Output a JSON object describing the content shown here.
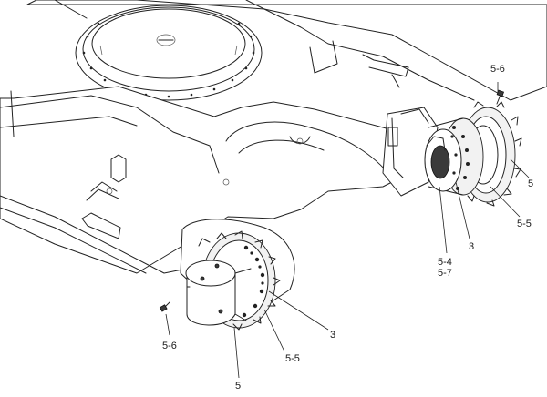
{
  "callouts": {
    "right_5_6": "5-6",
    "right_5": "5",
    "right_5_5": "5-5",
    "right_3": "3",
    "right_5_4": "5-4",
    "right_5_7": "5-7",
    "left_3": "3",
    "left_5_6": "5-6",
    "left_5_5": "5-5",
    "left_5": "5"
  }
}
